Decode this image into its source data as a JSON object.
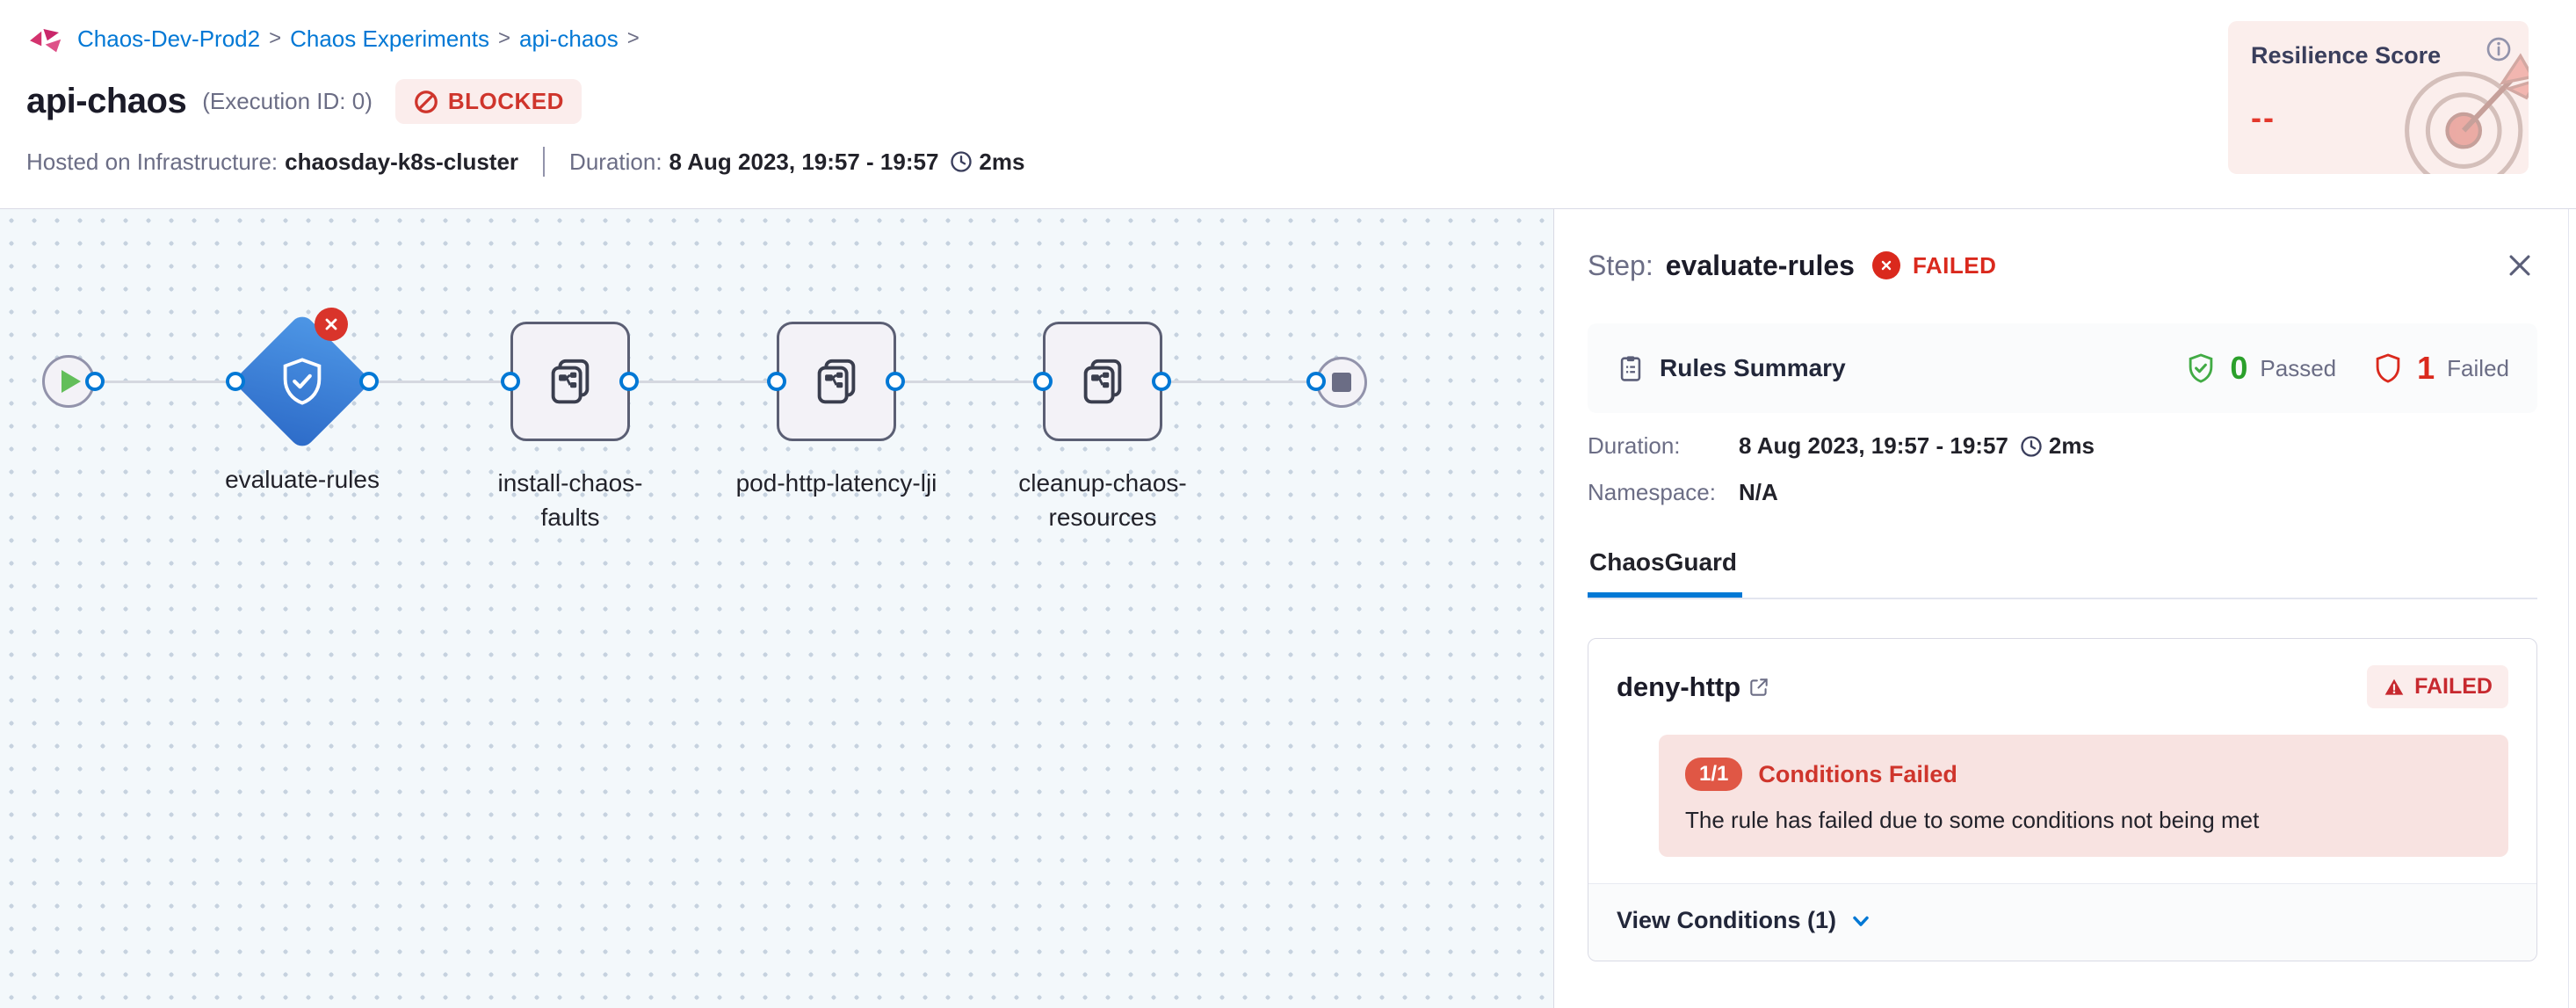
{
  "colors": {
    "accent_blue": "#0278D5",
    "failed_red": "#DA291D",
    "passed_green": "#2BA02B",
    "blocked_red": "#CF352C",
    "badge_pink_bg": "#FBEDEC",
    "diamond_blue": "#3B82DC",
    "logo_pink": "#D4336E"
  },
  "header": {
    "breadcrumb": [
      "Chaos-Dev-Prod2",
      "Chaos Experiments",
      "api-chaos"
    ],
    "breadcrumb_sep": ">",
    "title": "api-chaos",
    "execution_id": "(Execution ID: 0)",
    "status_badge": "BLOCKED",
    "infra_label": "Hosted on Infrastructure:",
    "infra_value": "chaosday-k8s-cluster",
    "resilience": {
      "title": "Resilience Score",
      "value": "--"
    }
  },
  "labels": {
    "duration": "Duration:",
    "namespace": "Namespace:"
  },
  "execution": {
    "date_range": "8 Aug 2023, 19:57 - 19:57",
    "elapsed": "2ms"
  },
  "pipeline": {
    "nodes": [
      {
        "label": "evaluate-rules",
        "type": "diamond",
        "status": "failed",
        "icon": "shield-check-icon"
      },
      {
        "label": "install-chaos-faults",
        "type": "step",
        "icon": "faults-doc-icon"
      },
      {
        "label": "pod-http-latency-lji",
        "type": "step",
        "icon": "faults-doc-icon"
      },
      {
        "label": "cleanup-chaos-resources",
        "type": "step",
        "icon": "faults-doc-icon"
      }
    ],
    "start_icon": "play-icon",
    "end_icon": "stop-icon"
  },
  "panel": {
    "step_label": "Step:",
    "step_name": "evaluate-rules",
    "step_status": "FAILED",
    "rules_summary": {
      "title": "Rules Summary",
      "passed_count": "0",
      "passed_label": "Passed",
      "failed_count": "1",
      "failed_label": "Failed"
    },
    "namespace_value": "N/A",
    "tab": "ChaosGuard",
    "rule_card": {
      "name": "deny-http",
      "status": "FAILED",
      "conditions_count": "1/1",
      "conditions_title": "Conditions Failed",
      "conditions_message": "The rule has failed due to some conditions not being met",
      "footer": "View Conditions (1)"
    }
  }
}
